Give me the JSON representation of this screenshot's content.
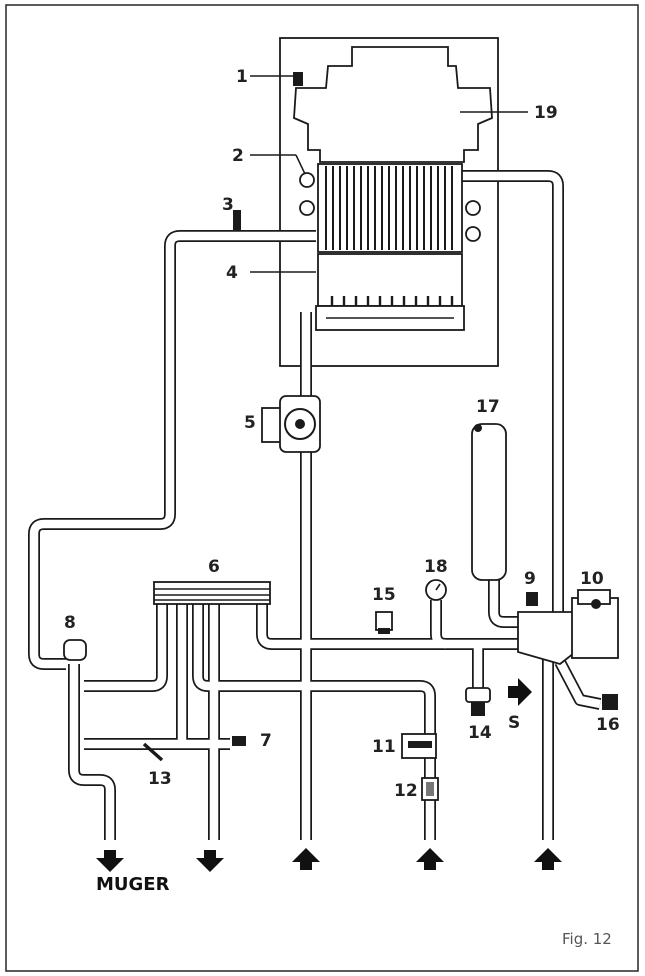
{
  "labels": {
    "n1": "1",
    "n2": "2",
    "n3": "3",
    "n4": "4",
    "n5": "5",
    "n6": "6",
    "n7": "7",
    "n8": "8",
    "n9": "9",
    "n10": "10",
    "n11": "11",
    "n12": "12",
    "n13": "13",
    "n14": "14",
    "n15": "15",
    "n16": "16",
    "n17": "17",
    "n18": "18",
    "n19": "19"
  },
  "outlet_label": "MUGER",
  "s_label": "S",
  "figure_caption": "Fig. 12"
}
